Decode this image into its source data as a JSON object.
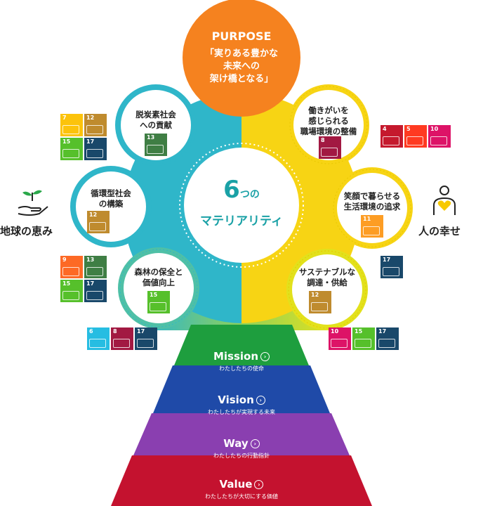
{
  "purpose": {
    "title": "PURPOSE",
    "lines": [
      "「実りある豊かな",
      "未来への",
      "架け橋となる」"
    ]
  },
  "center": {
    "number": "6",
    "suffix": "つの",
    "word": "マテリアリティ"
  },
  "left_theme": {
    "label": "地球の恵み",
    "icon": "hand-sprout-icon"
  },
  "right_theme": {
    "label": "人の幸せ",
    "icon": "person-heart-icon"
  },
  "materialities": [
    {
      "lines": [
        "脱炭素社会",
        "への貢献"
      ],
      "goal": 13
    },
    {
      "lines": [
        "循環型社会",
        "の構築"
      ],
      "goal": 12
    },
    {
      "lines": [
        "森林の保全と",
        "価値向上"
      ],
      "goal": 15
    },
    {
      "lines": [
        "働きがいを",
        "感じられる",
        "職場環境の整備"
      ],
      "goal": 8
    },
    {
      "lines": [
        "笑顔で暮らせる",
        "生活環境の追求"
      ],
      "goal": 11
    },
    {
      "lines": [
        "サステナブルな",
        "調達・供給"
      ],
      "goal": 12
    }
  ],
  "sdg_groups": [
    [
      7,
      12,
      15,
      17
    ],
    [
      9,
      13,
      15,
      17
    ],
    [
      6,
      8,
      17
    ],
    [
      4,
      5,
      10
    ],
    [
      17
    ],
    [
      10,
      15,
      17
    ]
  ],
  "sdg_colors": {
    "4": "#c5192d",
    "5": "#ff3a21",
    "6": "#26bde2",
    "7": "#fcc30b",
    "8": "#a21942",
    "9": "#fd6925",
    "10": "#dd1367",
    "11": "#fd9d24",
    "12": "#bf8b2e",
    "13": "#3f7e44",
    "15": "#56c02b",
    "17": "#19486a"
  },
  "pyramid": [
    {
      "title": "Mission",
      "subtitle": "わたしたちの使命",
      "color": "#1e9e3e"
    },
    {
      "title": "Vision",
      "subtitle": "わたしたちが実現する未来",
      "color": "#1f4aa8"
    },
    {
      "title": "Way",
      "subtitle": "わたしたちの行動指針",
      "color": "#8a3fb0"
    },
    {
      "title": "Value",
      "subtitle": "わたしたちが大切にする価値",
      "color": "#c4122f"
    }
  ],
  "colors": {
    "purpose": "#f5821f",
    "left_ring": "#2fb6c9",
    "right_ring": "#f7d414",
    "center_text": "#1aa1a6"
  }
}
